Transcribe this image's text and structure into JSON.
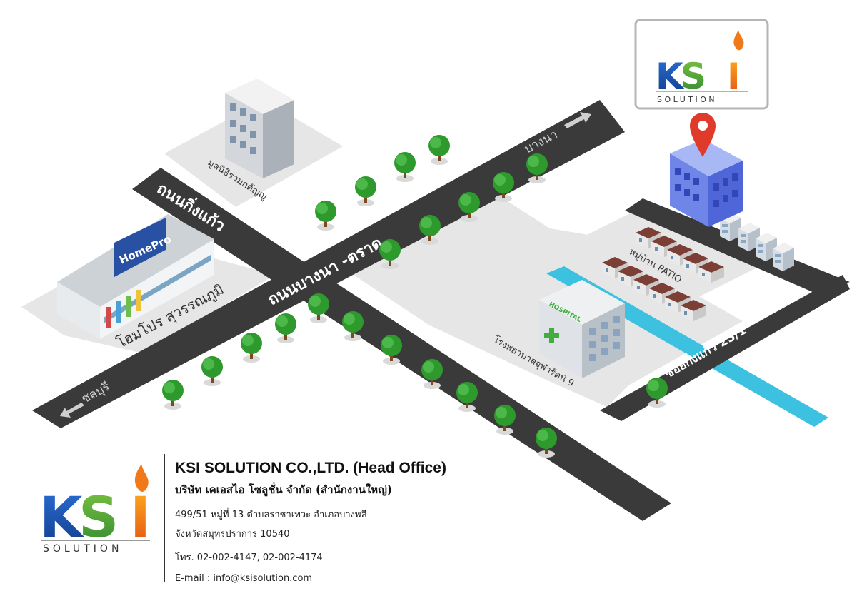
{
  "roads": {
    "bangna_trad": "ถนนบางนา -ตราด",
    "king_kaeo_upper": "ถนนกิ่งแก้ว",
    "king_kaeo_lower": "ถนนกิ่งแก้ว",
    "soi_king_kaeo": "ซอยกิ่งแก้ว 25/1"
  },
  "directions": {
    "bangna": "บางนา",
    "chonburi": "ชลบุรี"
  },
  "places": {
    "foundation": "มูลนิธิร่วมกตัญญู",
    "homepro_store": "โฮมโปร สุวรรณภูมิ",
    "homepro_sign": "HomePro",
    "hospital_sign": "HOSPITAL",
    "hospital": "โรงพยาบาลจุฬารัตน์ 9",
    "patio": "หมู่บ้าน PATIO"
  },
  "logo": {
    "k": "K",
    "s": "S",
    "i": "I",
    "tagline": "SOLUTION",
    "colors": {
      "blue": "#1b4fa8",
      "green": "#4caa3c",
      "orange": "#f07a1a"
    }
  },
  "company": {
    "name_en": "KSI SOLUTION CO.,LTD. (Head Office)",
    "name_th": "บริษัท เคเอสไอ โซลูชั่น จำกัด (สำนักงานใหญ่)",
    "address1": "499/51 หมู่ที่ 13 ตำบลราชาเทวะ อำเภอบางพลี",
    "address2": "จังหวัดสมุทรปราการ 10540",
    "phone": "โทร. 02-002-4147, 02-002-4174",
    "email": "E-mail : info@ksisolution.com"
  }
}
